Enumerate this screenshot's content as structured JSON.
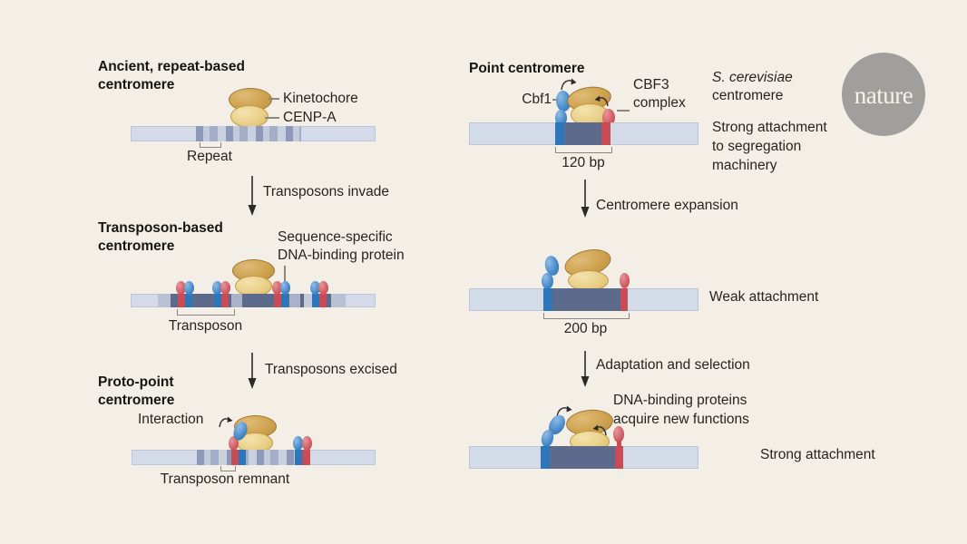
{
  "colors": {
    "background": "#f3efe7",
    "bar_light": "#d4dbe8",
    "bar_dark": "#5c6a8c",
    "transposon_red": "#cf5a60",
    "transposon_blue": "#4187c7",
    "kinetochore_gold": "#cfa24f",
    "cenpa_gold": "#ead187",
    "logo_gray": "#a09f9b"
  },
  "logo": {
    "text": "nature"
  },
  "left": {
    "panel1": {
      "title": [
        "Ancient, repeat-based",
        "centromere"
      ],
      "kinetochore_label": "Kinetochore",
      "cenpa_label": "CENP-A",
      "repeat_label": "Repeat"
    },
    "arrow1_label": "Transposons invade",
    "panel2": {
      "title": [
        "Transposon-based",
        "centromere"
      ],
      "protein_label": [
        "Sequence-specific",
        "DNA-binding protein"
      ],
      "transposon_label": "Transposon"
    },
    "arrow2_label": "Transposons excised",
    "panel3": {
      "title": [
        "Proto-point",
        "centromere"
      ],
      "interaction_label": "Interaction",
      "remnant_label": "Transposon remnant"
    }
  },
  "right": {
    "panel1": {
      "title": "Point centromere",
      "cbf1_label": "Cbf1",
      "cbf3_label": [
        "CBF3",
        "complex"
      ],
      "bp_label": "120 bp",
      "species": [
        "S. cerevisiae",
        "centromere"
      ],
      "attachment": [
        "Strong attachment",
        "to segregation",
        "machinery"
      ]
    },
    "arrow1_label": "Centromere expansion",
    "panel2": {
      "bp_label": "200 bp",
      "attachment": "Weak attachment"
    },
    "arrow2_label": "Adaptation and selection",
    "panel3": {
      "caption": [
        "DNA-binding proteins",
        "acquire new functions"
      ],
      "attachment": "Strong attachment"
    }
  }
}
